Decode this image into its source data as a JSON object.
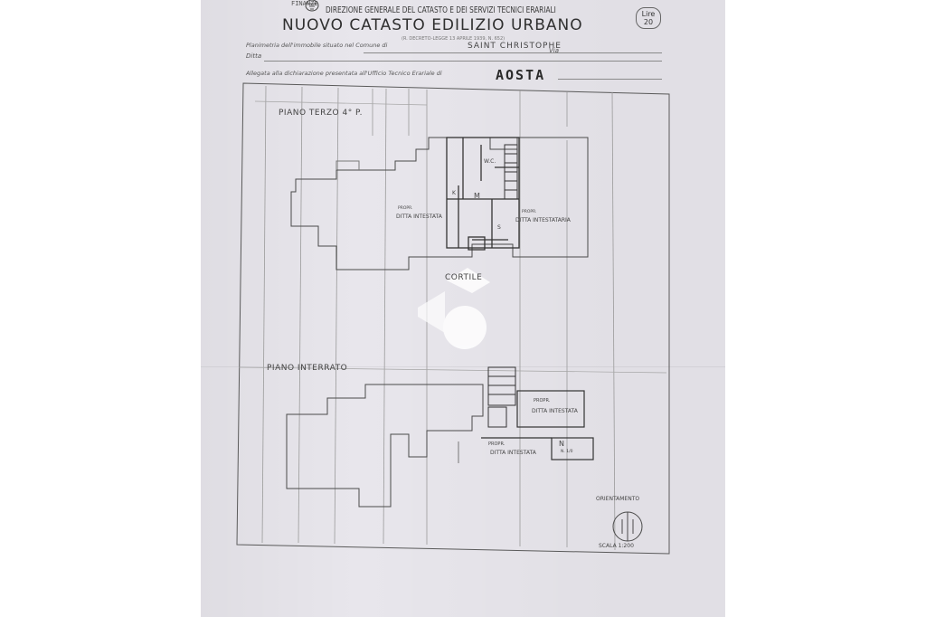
{
  "header": {
    "ministry": "FINANZE",
    "direzione": "DIREZIONE GENERALE DEL CATASTO E DEI SERVIZI TECNICI ERARIALI",
    "title": "NUOVO CATASTO EDILIZIO URBANO",
    "lire": "Lire",
    "lire_value": "20",
    "small_note": "(R. DECRETO-LEGGE 13 APRILE 1939, N. 652)",
    "planimetria_label": "Planimetria dell'immobile situato nel Comune di",
    "comune": "SAINT CHRISTOPHE",
    "via_label": "Via",
    "ditta_label": "Ditta",
    "allegata_label": "Allegata alla dichiarazione presentata all'Ufficio Tecnico Erariale di",
    "ufficio": "AOSTA"
  },
  "plan": {
    "upper_floor_label": "PIANO TERZO 4° P.",
    "courtyard_label": "CORTILE",
    "basement_label": "PIANO INTERRATO",
    "orientation_label": "ORIENTAMENTO",
    "scale_label": "SCALA 1:200",
    "rooms_upper": {
      "wc": "W.C.",
      "k": "K",
      "m": "M",
      "s": "S",
      "ditta_left_small": "PROPR.",
      "ditta_left": "DITTA INTESTATA",
      "ditta_right_small": "PROPR.",
      "ditta_right": "DITTA INTESTATARIA"
    },
    "rooms_basement": {
      "propr_top": "PROPR.",
      "ditta_top": "DITTA INTESTATA",
      "propr_bottom": "PROPR.",
      "ditta_bottom": "DITTA INTESTATA",
      "cantina_letter": "N",
      "cantina_label": "N. 1/0"
    }
  },
  "colors": {
    "paper": "#e8e6ec",
    "ink": "#3b3b3b",
    "watermark": "#ffffff"
  }
}
